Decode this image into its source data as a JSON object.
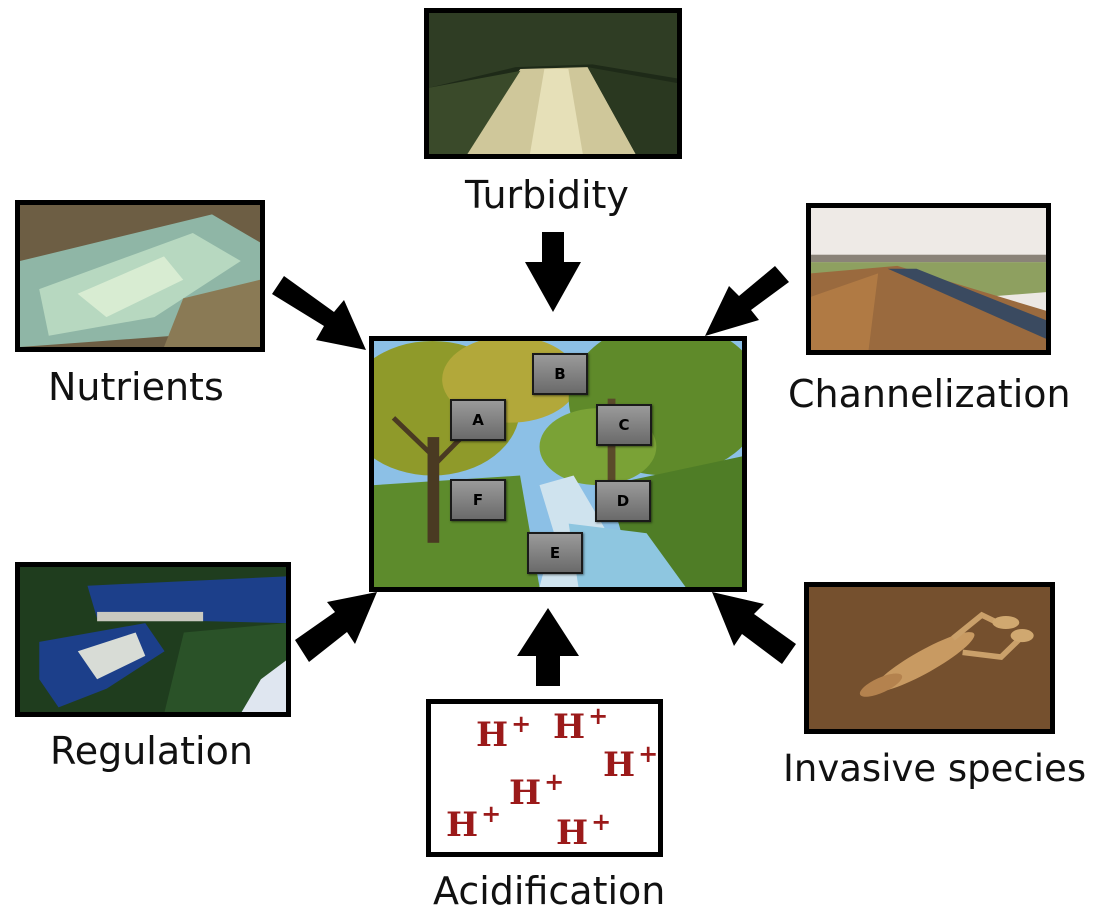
{
  "stressors": [
    {
      "id": "turbidity",
      "label": "Turbidity"
    },
    {
      "id": "nutrients",
      "label": "Nutrients"
    },
    {
      "id": "channelization",
      "label": "Channelization"
    },
    {
      "id": "regulation",
      "label": "Regulation"
    },
    {
      "id": "invasive",
      "label": "Invasive species"
    },
    {
      "id": "acidification",
      "label": "Acidification"
    }
  ],
  "center": {
    "zones": [
      "A",
      "B",
      "C",
      "D",
      "E",
      "F"
    ]
  },
  "acid_ions": [
    {
      "h": "H",
      "plus": "+"
    },
    {
      "h": "H",
      "plus": "+"
    },
    {
      "h": "H",
      "plus": "+"
    },
    {
      "h": "H",
      "plus": "+"
    },
    {
      "h": "H",
      "plus": "+"
    },
    {
      "h": "H",
      "plus": "+"
    }
  ],
  "colors": {
    "arrow": "#000000",
    "ion": "#9b1a1a",
    "frame": "#000000"
  }
}
